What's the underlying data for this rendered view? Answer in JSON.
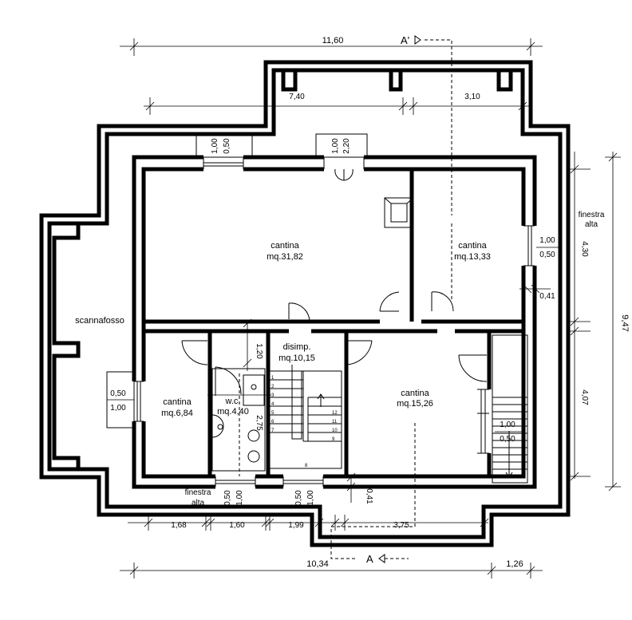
{
  "rooms": {
    "cantina_main": {
      "name": "cantina",
      "area": "mq.31,82"
    },
    "cantina_ne": {
      "name": "cantina",
      "area": "mq.13,33"
    },
    "disimp": {
      "name": "disimp.",
      "area": "mq.10,15"
    },
    "cantina_sw": {
      "name": "cantina",
      "area": "mq.6,84"
    },
    "wc": {
      "name": "w.c.",
      "area": "mq.4,40"
    },
    "cantina_se": {
      "name": "cantina",
      "area": "mq.15,26"
    },
    "scannafosso": {
      "name": "scannafosso"
    }
  },
  "dimensions": {
    "top_total": "11,60",
    "top_left": "7,40",
    "top_right": "3,10",
    "right_total": "9,47",
    "right_upper": "4,30",
    "right_lower": "4,07",
    "right_mid": "0,41",
    "bottom_total": "10,34",
    "bottom_right": "1,26",
    "bottom_a": "1,68",
    "bottom_b": "1,60",
    "bottom_c": "1,99",
    "bottom_d": "3,75",
    "bottom_gap": "0,41",
    "wc_vert": "1,20",
    "wc_inner": "2,75"
  },
  "windows": {
    "top_a": {
      "h": "0,50",
      "w": "1,00"
    },
    "top_b": {
      "h": "2,20",
      "w": "1,00"
    },
    "right_ne": {
      "w": "1,00",
      "h": "0,50"
    },
    "left_sw": {
      "h": "0,50",
      "w": "1,00"
    },
    "right_se": {
      "w": "1,00",
      "h": "0,50"
    },
    "bottom_wc": {
      "h": "0,50",
      "w": "1,00"
    },
    "bottom_disimp": {
      "h": "0,50",
      "w": "1,00"
    }
  },
  "notes": {
    "finestra": "finestra",
    "alta": "alta"
  },
  "sections": {
    "top": "A'",
    "bottom": "A"
  },
  "stairs": {
    "left_steps": [
      "1",
      "2",
      "3",
      "4",
      "5",
      "6",
      "7"
    ],
    "right_steps": [
      "12",
      "11",
      "10",
      "9"
    ],
    "landing": "8"
  }
}
